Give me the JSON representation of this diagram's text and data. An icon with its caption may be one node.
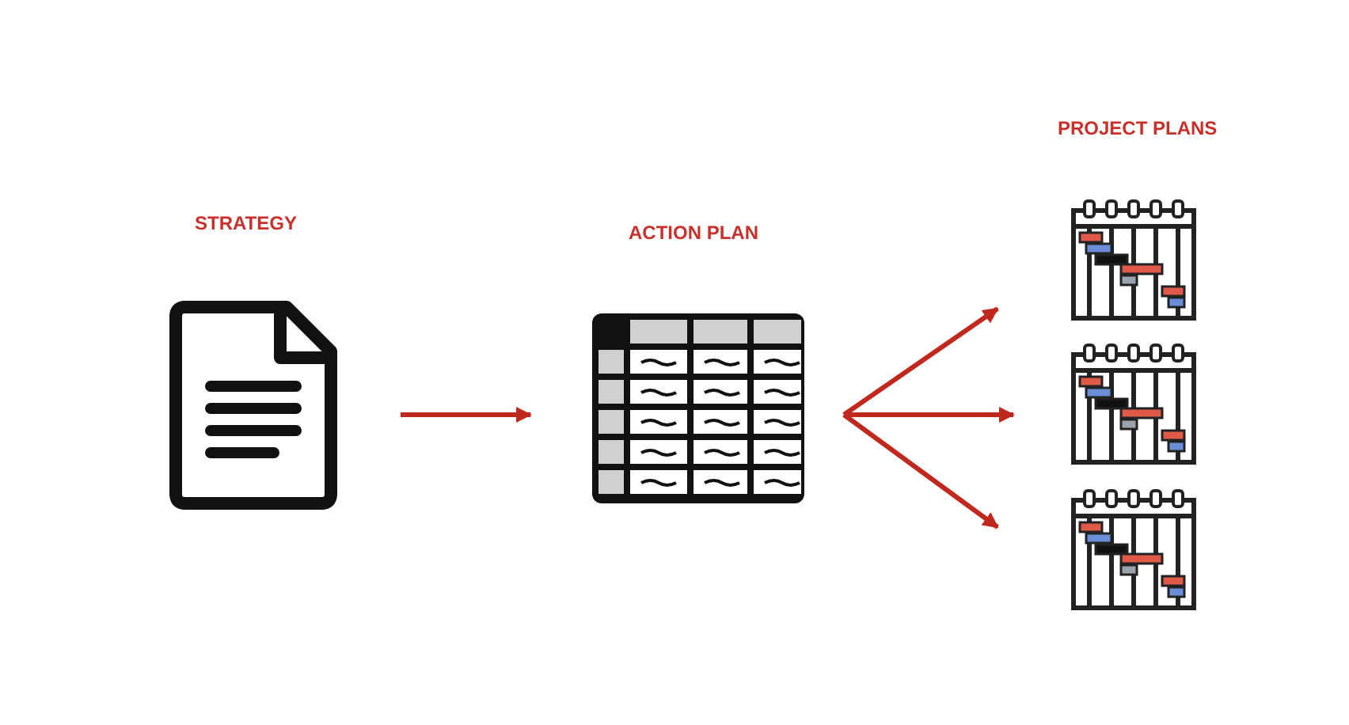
{
  "diagram": {
    "nodes": [
      {
        "text": [
          "STRATEGY"
        ]
      },
      {
        "text": [
          "ACTION PLAN"
        ]
      },
      {
        "text": [],
        "shape": "picture"
      },
      {
        "text": [],
        "shape": "picture"
      },
      {
        "text": [],
        "shape": "picture"
      }
    ],
    "edges": [
      {
        "from": 0,
        "to": 1,
        "arrow": "to"
      },
      {
        "from": 1,
        "to": 2,
        "arrow": "to"
      },
      {
        "from": 1,
        "to": 3,
        "arrow": "to"
      },
      {
        "from": 1,
        "to": 4,
        "arrow": "to"
      }
    ],
    "labels": [
      "PROJECT PLANS"
    ]
  }
}
